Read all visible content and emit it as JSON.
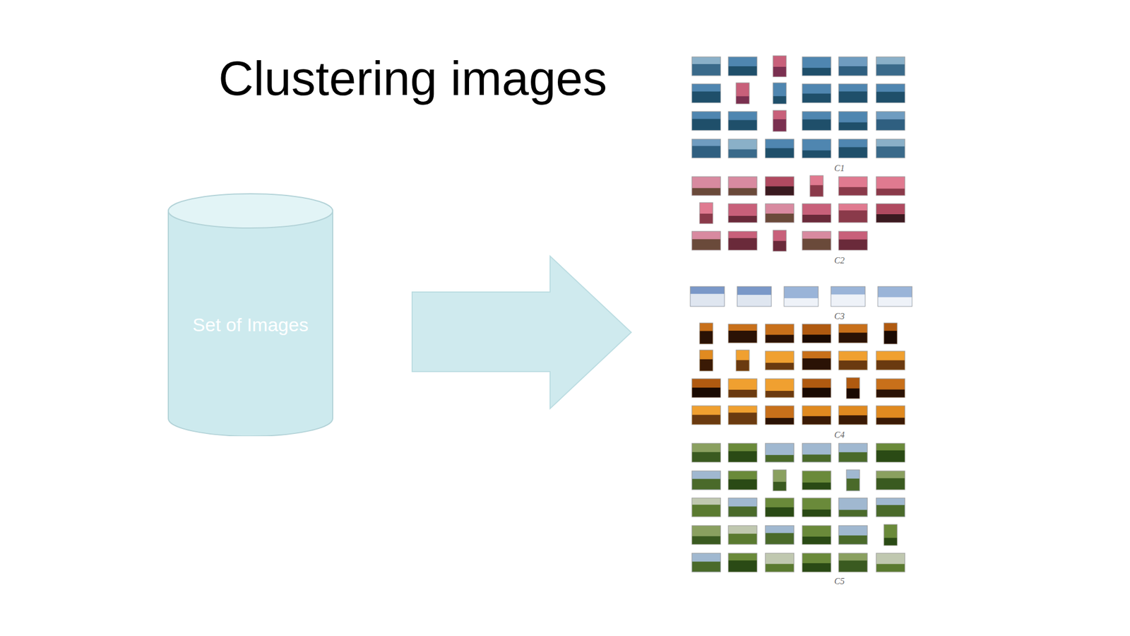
{
  "diagram": {
    "title": "Clustering images",
    "nodes": [
      {
        "text": [
          "Set of Images"
        ]
      }
    ],
    "labels": [
      "C1",
      "C2",
      "C3",
      "C4",
      "C5"
    ]
  }
}
